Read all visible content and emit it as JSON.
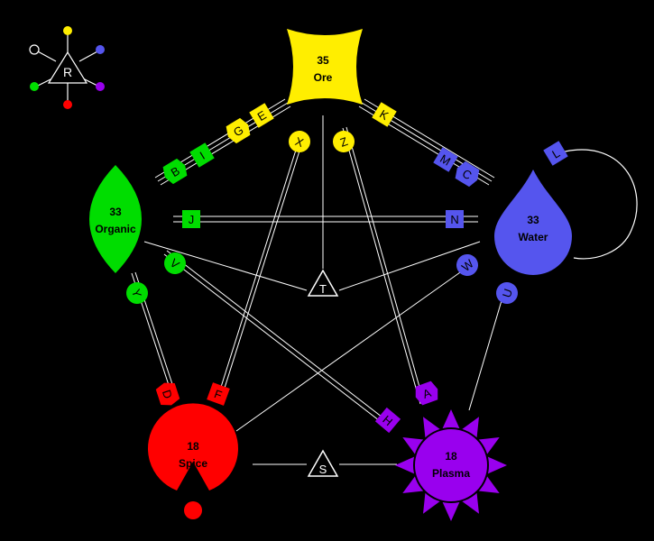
{
  "colors": {
    "ore": "#ffee00",
    "water": "#5555ee",
    "plasma": "#9900ee",
    "spice": "#ff0000",
    "organic": "#00dd00",
    "line": "#ffffff",
    "bg": "#000000"
  },
  "resources": {
    "ore": {
      "count": "35",
      "name": "Ore"
    },
    "water": {
      "count": "33",
      "name": "Water"
    },
    "plasma": {
      "count": "18",
      "name": "Plasma"
    },
    "spice": {
      "count": "18",
      "name": "Spice"
    },
    "organic": {
      "count": "33",
      "name": "Organic"
    }
  },
  "hubs": {
    "t": "T",
    "s": "S"
  },
  "legend": {
    "center": "R"
  },
  "tags": {
    "b": "B",
    "i": "I",
    "g": "G",
    "e": "E",
    "k": "K",
    "m": "M",
    "c": "C",
    "l": "L",
    "j": "J",
    "n": "N",
    "x": "X",
    "z": "Z",
    "v": "V",
    "w": "W",
    "y": "Y",
    "u": "U",
    "d": "D",
    "f": "F",
    "a": "A",
    "h": "H"
  }
}
